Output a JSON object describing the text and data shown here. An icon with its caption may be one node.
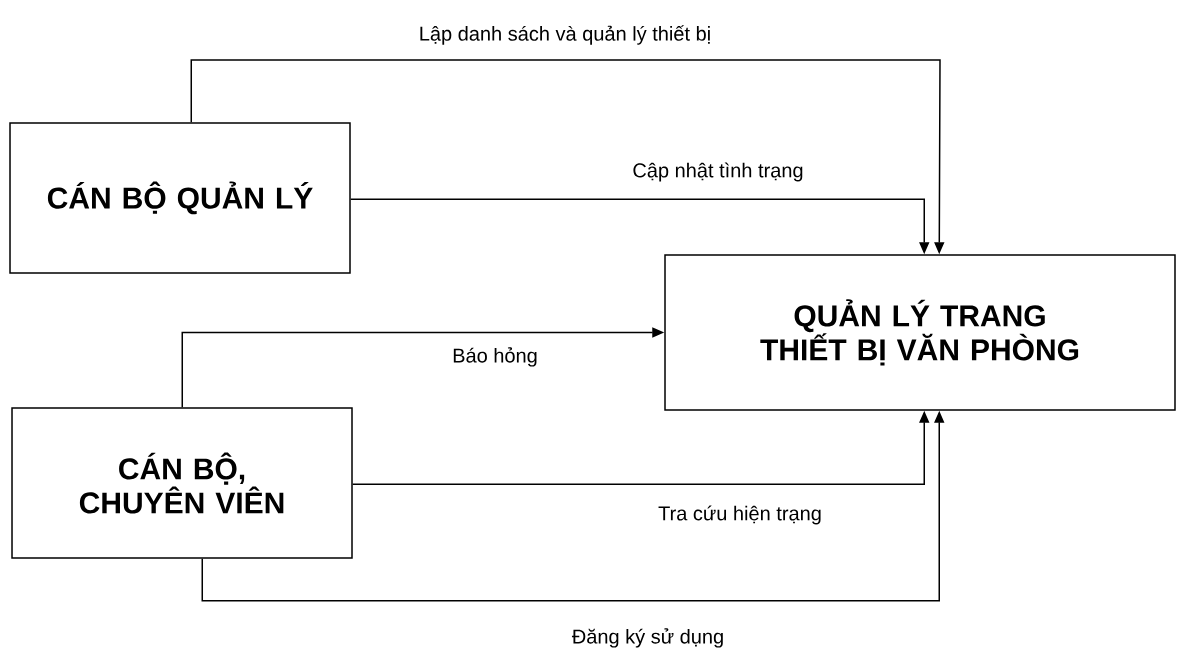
{
  "diagram": {
    "nodes": [
      {
        "text": [
          "CÁN BỘ QUẢN LÝ"
        ]
      },
      {
        "text": [
          "QUẢN LÝ TRANG THIẾT BỊ VĂN PHÒNG"
        ]
      },
      {
        "text": [
          "CÁN BỘ, CHUYÊN VIÊN"
        ]
      }
    ],
    "edges": [
      {
        "from": 0,
        "to": 1,
        "arrow": "to",
        "label": "Lập danh sách và quản lý thiết bị"
      },
      {
        "from": 0,
        "to": 1,
        "arrow": "to",
        "label": "Cập nhật tình trạng"
      },
      {
        "from": 2,
        "to": 1,
        "arrow": "to",
        "label": "Báo hỏng"
      },
      {
        "from": 2,
        "to": 1,
        "arrow": "to",
        "label": "Tra cứu hiện trạng"
      },
      {
        "from": 2,
        "to": 1,
        "arrow": "to",
        "label": "Đăng ký sử dụng"
      }
    ]
  }
}
